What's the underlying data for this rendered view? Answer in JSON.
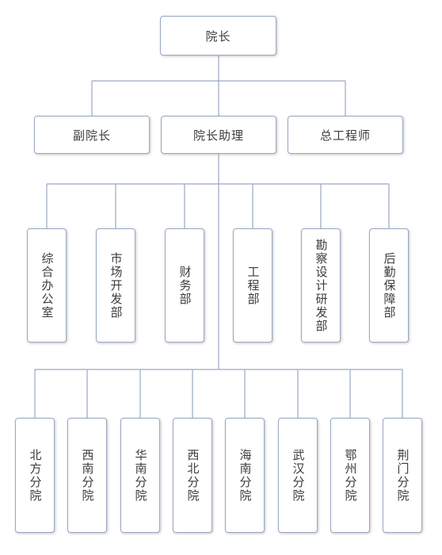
{
  "top": {
    "label": "院长"
  },
  "deputies": [
    {
      "label": "副院长"
    },
    {
      "label": "院长助理"
    },
    {
      "label": "总工程师"
    }
  ],
  "departments": [
    {
      "label": "综合办公室"
    },
    {
      "label": "市场开发部"
    },
    {
      "label": "财务部"
    },
    {
      "label": "工程部"
    },
    {
      "label": "勘察设计研发部"
    },
    {
      "label": "后勤保障部"
    }
  ],
  "branches": [
    {
      "label": "北方分院"
    },
    {
      "label": "西南分院"
    },
    {
      "label": "华南分院"
    },
    {
      "label": "西北分院"
    },
    {
      "label": "海南分院"
    },
    {
      "label": "武汉分院"
    },
    {
      "label": "鄂州分院"
    },
    {
      "label": "荆门分院"
    }
  ],
  "colors": {
    "line": "#9aa8c4",
    "border": "#9aa8c4"
  }
}
